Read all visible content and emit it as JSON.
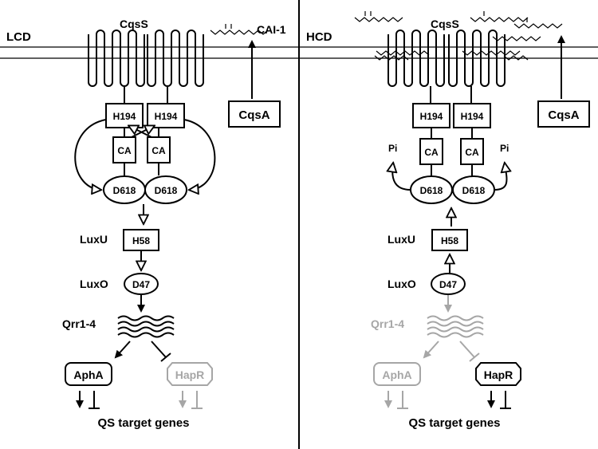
{
  "panels": {
    "left": {
      "density_label": "LCD",
      "receptor": "CqsS",
      "autoinducer": "CAI-1",
      "synthase": "CqsA",
      "histidine": "H194",
      "catalytic": "CA",
      "aspartate": "D618",
      "luxu_label": "LuxU",
      "luxu_site": "H58",
      "luxo_label": "LuxO",
      "luxo_site": "D47",
      "srna": "Qrr1-4",
      "regulator_active": "AphA",
      "regulator_inactive": "HapR",
      "targets": "QS target genes"
    },
    "right": {
      "density_label": "HCD",
      "receptor": "CqsS",
      "synthase": "CqsA",
      "histidine": "H194",
      "catalytic": "CA",
      "aspartate": "D618",
      "phosphate": "Pi",
      "luxu_label": "LuxU",
      "luxu_site": "H58",
      "luxo_label": "LuxO",
      "luxo_site": "D47",
      "srna": "Qrr1-4",
      "regulator_inactive": "AphA",
      "regulator_active": "HapR",
      "targets": "QS target genes"
    }
  },
  "colors": {
    "active": "#000000",
    "inactive": "#a6a6a6"
  }
}
